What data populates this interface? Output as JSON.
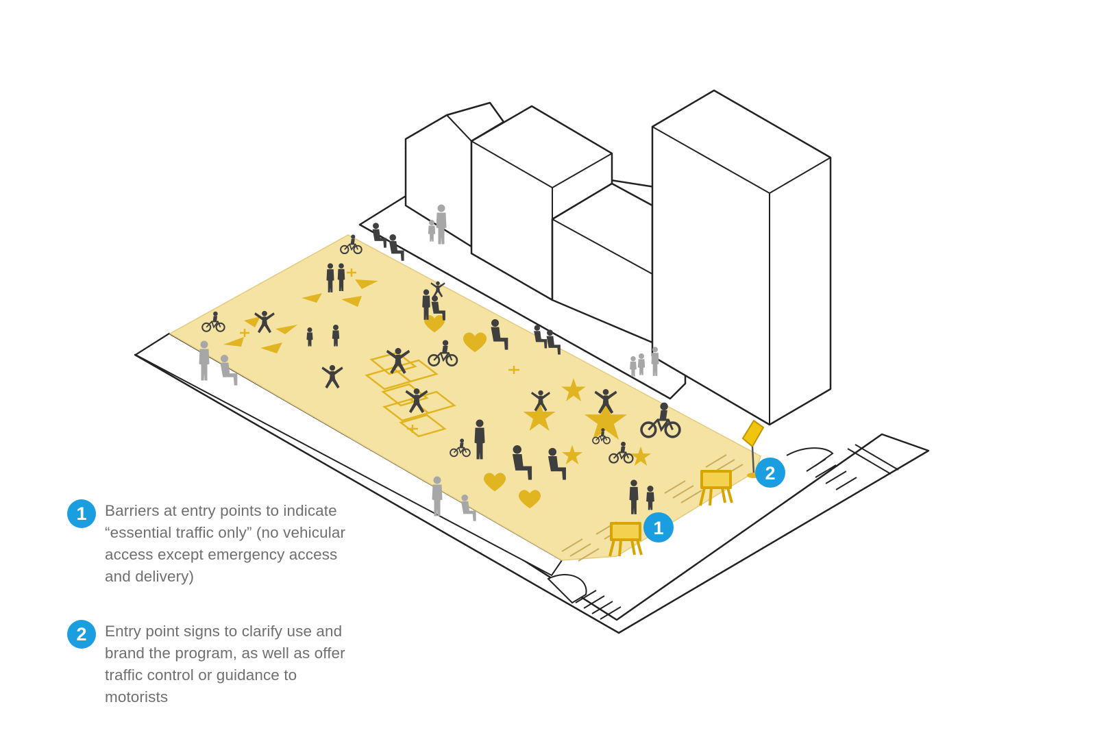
{
  "colors": {
    "accent": "#1b9ee0",
    "plaza": "#f5e3a4",
    "marking": "#e1b521",
    "figure": "#3f3f3f",
    "figure_light": "#a7a7a7",
    "outline": "#222222",
    "legend_text": "#6f6f6f"
  },
  "markers": [
    {
      "label": "1"
    },
    {
      "label": "2"
    }
  ],
  "legend": [
    {
      "badge": "1",
      "text": "Barriers at entry points to indicate “essential traffic only” (no vehicular access except emergency access and delivery)"
    },
    {
      "badge": "2",
      "text": "Entry point signs to clarify use and brand the program, as well as offer traffic control or guidance to motorists"
    }
  ],
  "icons": [
    "barrier-icon",
    "sign-icon",
    "star-icon",
    "heart-icon",
    "triangle-icon",
    "hopscotch-icon",
    "person-icon",
    "cyclist-icon"
  ]
}
